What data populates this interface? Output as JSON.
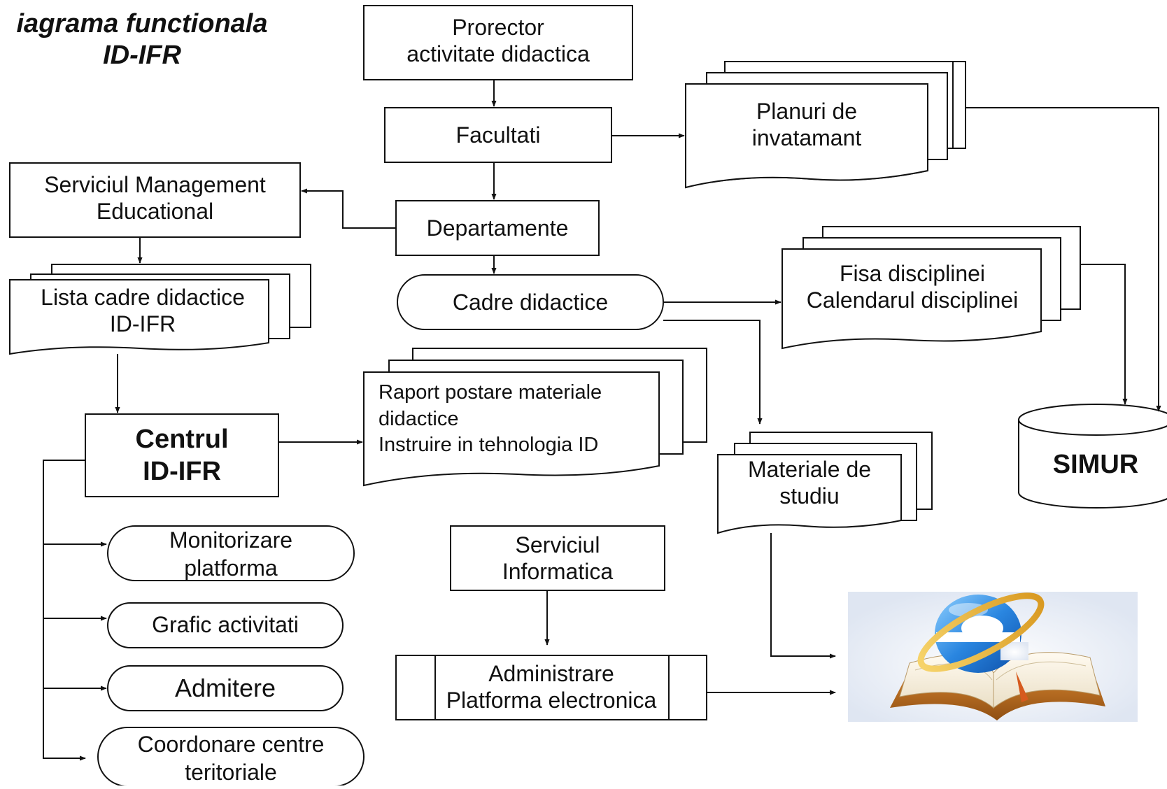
{
  "diagram": {
    "title_line1": "iagrama functionala",
    "title_line2": "ID-IFR",
    "nodes": {
      "prorector": [
        "Prorector",
        "activitate didactica"
      ],
      "facultati": "Facultati",
      "planuri": [
        "Planuri de",
        "invatamant"
      ],
      "serviciul_management": [
        "Serviciul Management",
        "Educational"
      ],
      "departamente": "Departamente",
      "cadre_didactice": "Cadre didactice",
      "fisa": [
        "Fisa disciplinei",
        "Calendarul disciplinei"
      ],
      "lista_cadre": [
        "Lista cadre didactice",
        "ID-IFR"
      ],
      "raport": [
        "Raport postare materiale",
        "didactice",
        "Instruire in tehnologia ID"
      ],
      "centrul": [
        "Centrul",
        "ID-IFR"
      ],
      "materiale": [
        "Materiale de",
        "studiu"
      ],
      "simur": "SIMUR",
      "monitorizare": [
        "Monitorizare",
        "platforma"
      ],
      "grafic": "Grafic activitati",
      "admitere": "Admitere",
      "coordonare": [
        "Coordonare centre",
        "teritoriale"
      ],
      "serviciul_informatica": [
        "Serviciul",
        "Informatica"
      ],
      "administrare": [
        "Administrare",
        "Platforma electronica"
      ]
    },
    "colors": {
      "stroke": "#111111",
      "ie_icon_blue": "#1f6fd0",
      "ie_ring_gold": "#e8b43a",
      "book_cover": "#c77a2a"
    },
    "icons": [
      "internet-explorer-book-icon"
    ]
  }
}
